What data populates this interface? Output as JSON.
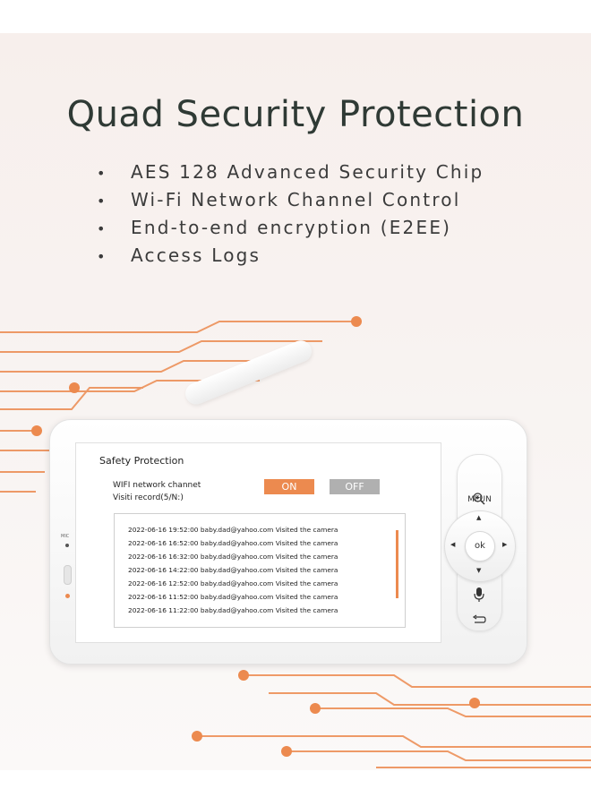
{
  "heading": "Quad Security Protection",
  "features": [
    "AES 128 Advanced Security Chip",
    "Wi-Fi Network Channel Control",
    "End-to-end encryption (E2EE)",
    "Access Logs"
  ],
  "bullet": "•",
  "colors": {
    "accent": "#ec8a4f",
    "off": "#b0b0b0",
    "heading": "#2f3a35"
  },
  "screen": {
    "title": "Safety Protection",
    "wifi_label": "WIFI network channet",
    "visit_label": "Visiti record(5/N:)",
    "on_label": "ON",
    "off_label": "OFF",
    "log_rows": [
      "2022-06-16 19:52:00 baby.dad@yahoo.com Visited the camera",
      "2022-06-16 16:52:00 baby.dad@yahoo.com Visited the camera",
      "2022-06-16 16:32:00 baby.dad@yahoo.com Visited the camera",
      "2022-06-16 14:22:00 baby.dad@yahoo.com Visited the camera",
      "2022-06-16 12:52:00 baby.dad@yahoo.com Visited the camera",
      "2022-06-16 11:52:00 baby.dad@yahoo.com Visited the camera",
      "2022-06-16 11:22:00 baby.dad@yahoo.com Visited the camera"
    ]
  },
  "controls": {
    "menu_label": "MEUN",
    "ok_label": "ok",
    "mic_label": "MIC",
    "icons": [
      "zoom-in-icon",
      "mic-icon",
      "back-icon"
    ]
  }
}
